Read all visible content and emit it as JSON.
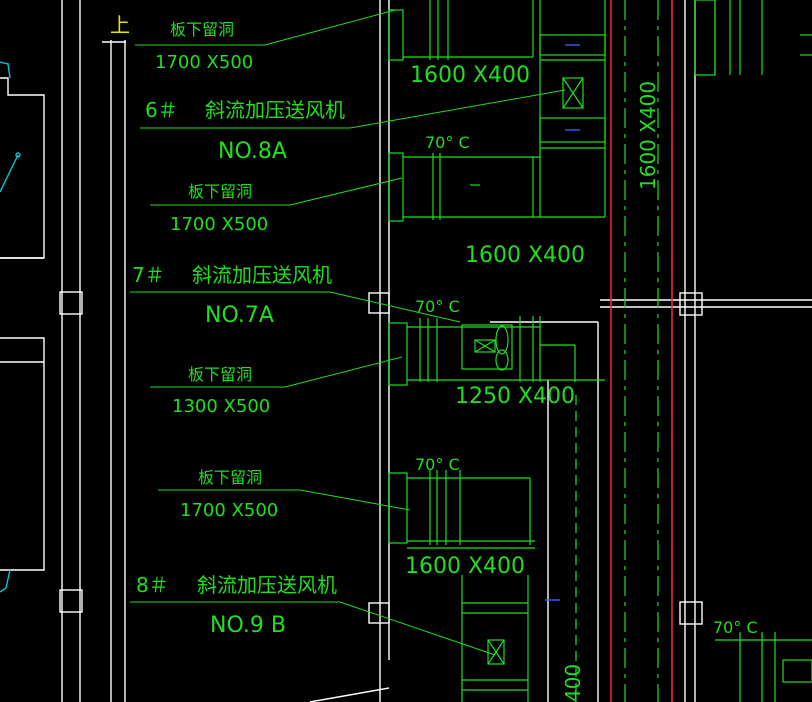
{
  "colors": {
    "background": "#000000",
    "wall": "#ffffff",
    "duct": "#22dd22",
    "leader": "#22dd22",
    "text": "#22dd22",
    "label_yellow": "#e6e600",
    "axis_red": "#e23030",
    "cyan": "#00c8d8",
    "blue": "#3a58ff"
  },
  "annotations": {
    "top_mark": "上",
    "hole_1": {
      "title": "板下留洞",
      "size": "1700 X500"
    },
    "duct_1": "1600 X400",
    "fan_6": {
      "code": "6＃",
      "name": "斜流加压送风机",
      "model": "NO.8A"
    },
    "temp_1": "70° C",
    "hole_2": {
      "title": "板下留洞",
      "size": "1700 X500"
    },
    "duct_2": "1600 X400",
    "vertical_duct": "1600 X400",
    "fan_7": {
      "code": "7＃",
      "name": "斜流加压送风机",
      "model": "NO.7A"
    },
    "temp_2": "70° C",
    "hole_3": {
      "title": "板下留洞",
      "size": "1300 X500"
    },
    "duct_3": "1250 X400",
    "hole_4": {
      "title": "板下留洞",
      "size": "1700 X500"
    },
    "temp_3": "70° C",
    "duct_4": "1600 X400",
    "fan_8": {
      "code": "8＃",
      "name": "斜流加压送风机",
      "model": "NO.9 B"
    },
    "bottom_duct": "400",
    "temp_right": "70° C"
  }
}
